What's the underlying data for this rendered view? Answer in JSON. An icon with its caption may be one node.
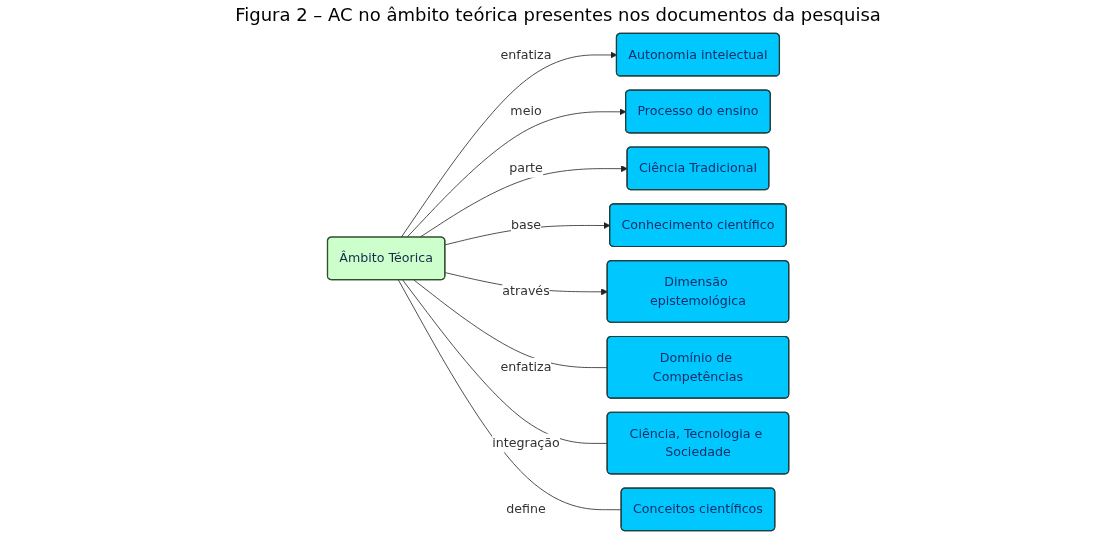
{
  "diagram": {
    "title": "Figura 2 – AC no âmbito teórica presentes nos documentos da pesquisa",
    "nodes": [
      {
        "text": [
          "Autonomia intelectual"
        ]
      },
      {
        "text": [
          "Processo do ensino"
        ]
      },
      {
        "text": [
          "Ciência Tradicional"
        ]
      },
      {
        "text": [
          "Conhecimento científico"
        ]
      },
      {
        "text": [
          "Âmbito Téorica"
        ]
      },
      {
        "text": [
          "Dimensão epistemológica"
        ]
      },
      {
        "text": [
          "Domínio de Competências"
        ]
      },
      {
        "text": [
          "Ciência, Tecnologia e Sociedade"
        ]
      },
      {
        "text": [
          "Conceitos científicos"
        ]
      }
    ],
    "edges": [
      {
        "from": 4,
        "to": 0,
        "arrow": "to",
        "label": "enfatiza"
      },
      {
        "from": 4,
        "to": 1,
        "arrow": "to",
        "label": "meio"
      },
      {
        "from": 4,
        "to": 2,
        "arrow": "to",
        "label": "parte"
      },
      {
        "from": 4,
        "to": 3,
        "arrow": "to",
        "label": "base"
      },
      {
        "from": 4,
        "to": 5,
        "arrow": "to",
        "label": "através"
      },
      {
        "from": 4,
        "to": 6,
        "arrow": "none",
        "label": "enfatiza"
      },
      {
        "from": 4,
        "to": 7,
        "arrow": "none",
        "label": "integração"
      },
      {
        "from": 4,
        "to": 8,
        "arrow": "none",
        "label": "define"
      }
    ]
  }
}
